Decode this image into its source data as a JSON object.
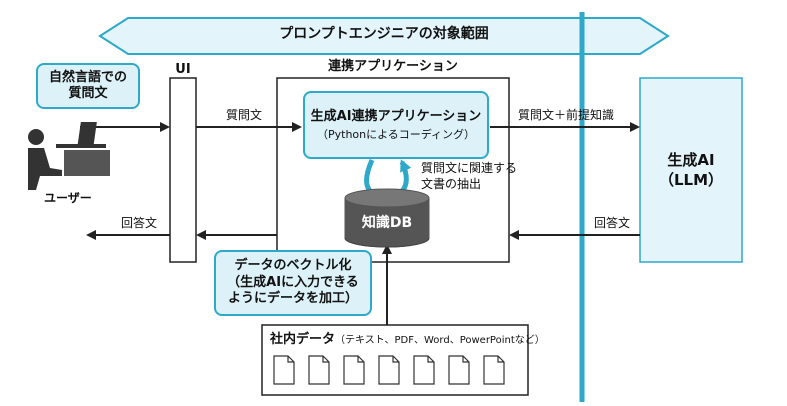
{
  "banner": {
    "title": "プロンプトエンジニアの対象範囲"
  },
  "user": {
    "question_callout": [
      "自然言語での",
      "質問文"
    ],
    "label": "ユーザー",
    "icon": "user-at-computer-icon"
  },
  "ui": {
    "label": "UI"
  },
  "app": {
    "label": "連携アプリケーション",
    "inner_title": "生成AI連携アプリケーション",
    "inner_sub": "（Pythonによるコーディング）",
    "db_label": "知識DB",
    "loop_note": [
      "質問文に関連する",
      "文書の抽出"
    ]
  },
  "llm": {
    "label": [
      "生成AI",
      "（LLM）"
    ]
  },
  "flows": {
    "user_to_ui": "",
    "ui_to_app": "質問文",
    "app_to_llm": "質問文＋前提知識",
    "llm_to_app": "回答文",
    "ui_to_user": "回答文"
  },
  "vectorize": {
    "callout": [
      "データのベクトル化",
      "（生成AIに入力できる",
      "ようにデータを加工）"
    ]
  },
  "company_data": {
    "label": "社内データ",
    "label_detail": "（テキスト、PDF、Word、PowerPointなど）",
    "doc_count": 7
  },
  "colors": {
    "accent": "#2ea9c9",
    "callout_fill": "#dcf1f8",
    "line": "#222222",
    "llm_fill": "#e3f4fa"
  }
}
